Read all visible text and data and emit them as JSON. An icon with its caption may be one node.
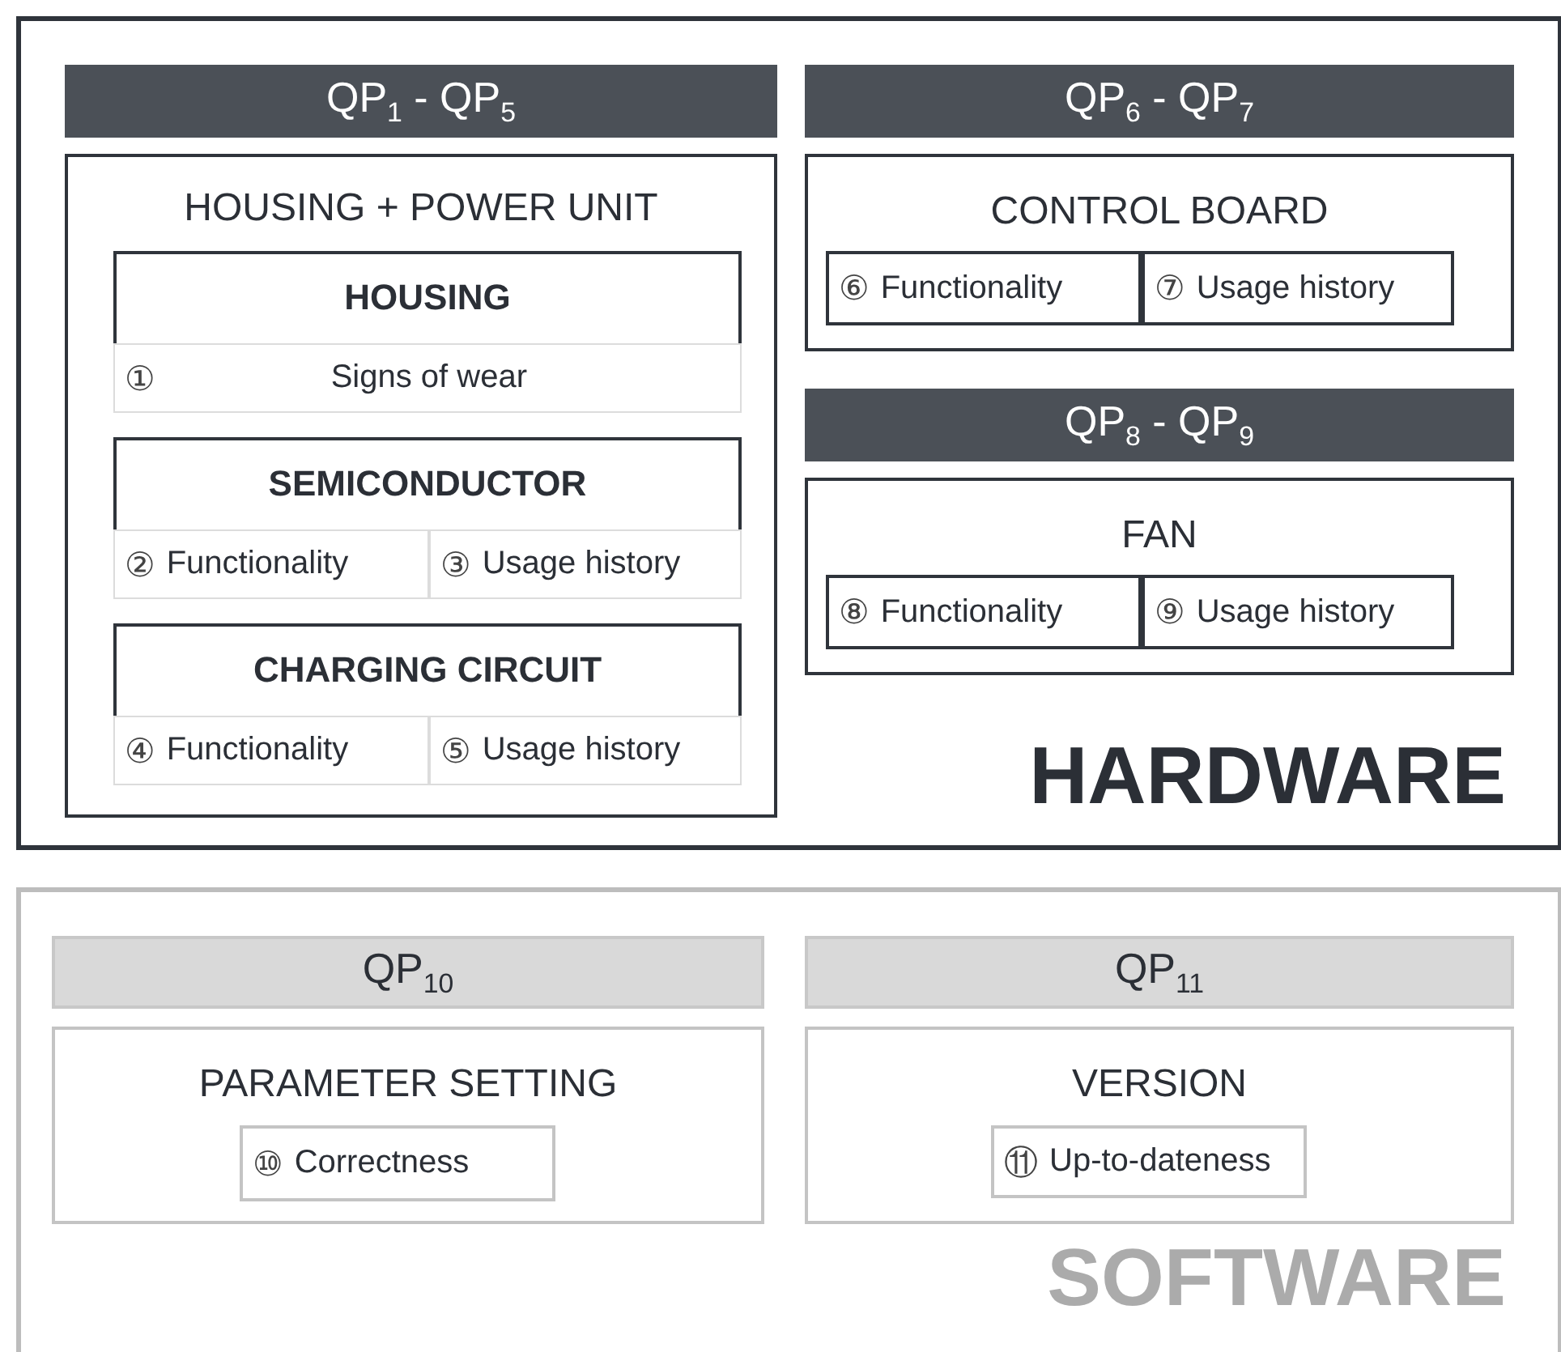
{
  "diagram": {
    "nodes": [
      {
        "text": [
          "HARDWARE"
        ]
      },
      {
        "text": [
          "QP$_{1}$ - QP$_{5}$"
        ],
        "in": 0
      },
      {
        "text": [
          "HOUSING + POWER UNIT"
        ],
        "in": 0
      },
      {
        "text": [
          "HOUSING"
        ],
        "in": 2
      },
      {
        "text": [
          "①",
          "Signs of wear"
        ],
        "in": 3
      },
      {
        "text": [
          "SEMICONDUCTOR"
        ],
        "in": 2
      },
      {
        "text": [
          "②",
          "Functionality"
        ],
        "in": 5
      },
      {
        "text": [
          "③",
          "Usage history"
        ],
        "in": 5
      },
      {
        "text": [
          "CHARGING CIRCUIT"
        ],
        "in": 2
      },
      {
        "text": [
          "④",
          "Functionality"
        ],
        "in": 8
      },
      {
        "text": [
          "⑤",
          "Usage history"
        ],
        "in": 8
      },
      {
        "text": [
          "QP$_{6}$ - QP$_{7}$"
        ],
        "in": 0
      },
      {
        "text": [
          "CONTROL BOARD"
        ],
        "in": 0
      },
      {
        "text": [
          "⑥",
          "Functionality"
        ],
        "in": 12
      },
      {
        "text": [
          "⑦",
          "Usage history"
        ],
        "in": 12
      },
      {
        "text": [
          "QP$_{8}$ - QP$_{9}$"
        ],
        "in": 0
      },
      {
        "text": [
          "FAN"
        ],
        "in": 0
      },
      {
        "text": [
          "⑧",
          "Functionality"
        ],
        "in": 16
      },
      {
        "text": [
          "⑨",
          "Usage history"
        ],
        "in": 16
      },
      {
        "text": [
          "SOFTWARE"
        ]
      },
      {
        "text": [
          "QP$_{10}$"
        ],
        "in": 19
      },
      {
        "text": [
          "PARAMETER SETTING"
        ],
        "in": 19
      },
      {
        "text": [
          "⑩",
          "Correctness"
        ],
        "in": 21
      },
      {
        "text": [
          "QP$_{11}$"
        ],
        "in": 19
      },
      {
        "text": [
          "VERSION"
        ],
        "in": 19
      },
      {
        "text": [
          "⑪",
          "Up-to-dateness"
        ],
        "in": 24
      }
    ]
  }
}
